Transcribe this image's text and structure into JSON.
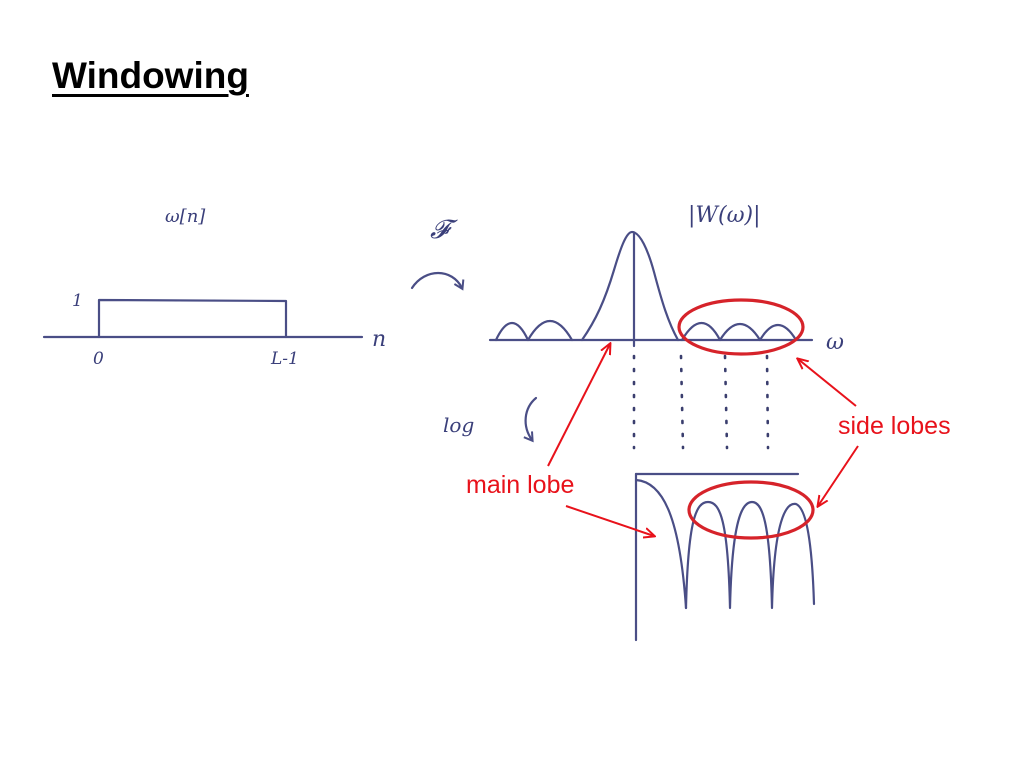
{
  "title": "Windowing",
  "time_domain": {
    "label": "ω[n]",
    "y_tick": "1",
    "x_tick_start": "0",
    "x_tick_end": "L-1",
    "axis_label": "n"
  },
  "transform": {
    "fourier_symbol": "𝓕",
    "log_label": "log"
  },
  "freq_domain": {
    "label": "|W(ω)|",
    "axis_label": "ω"
  },
  "annotations": {
    "main_lobe": "main lobe",
    "side_lobes": "side lobes"
  },
  "colors": {
    "ink": "#4a4e86",
    "annotation_red": "#e8121b"
  }
}
